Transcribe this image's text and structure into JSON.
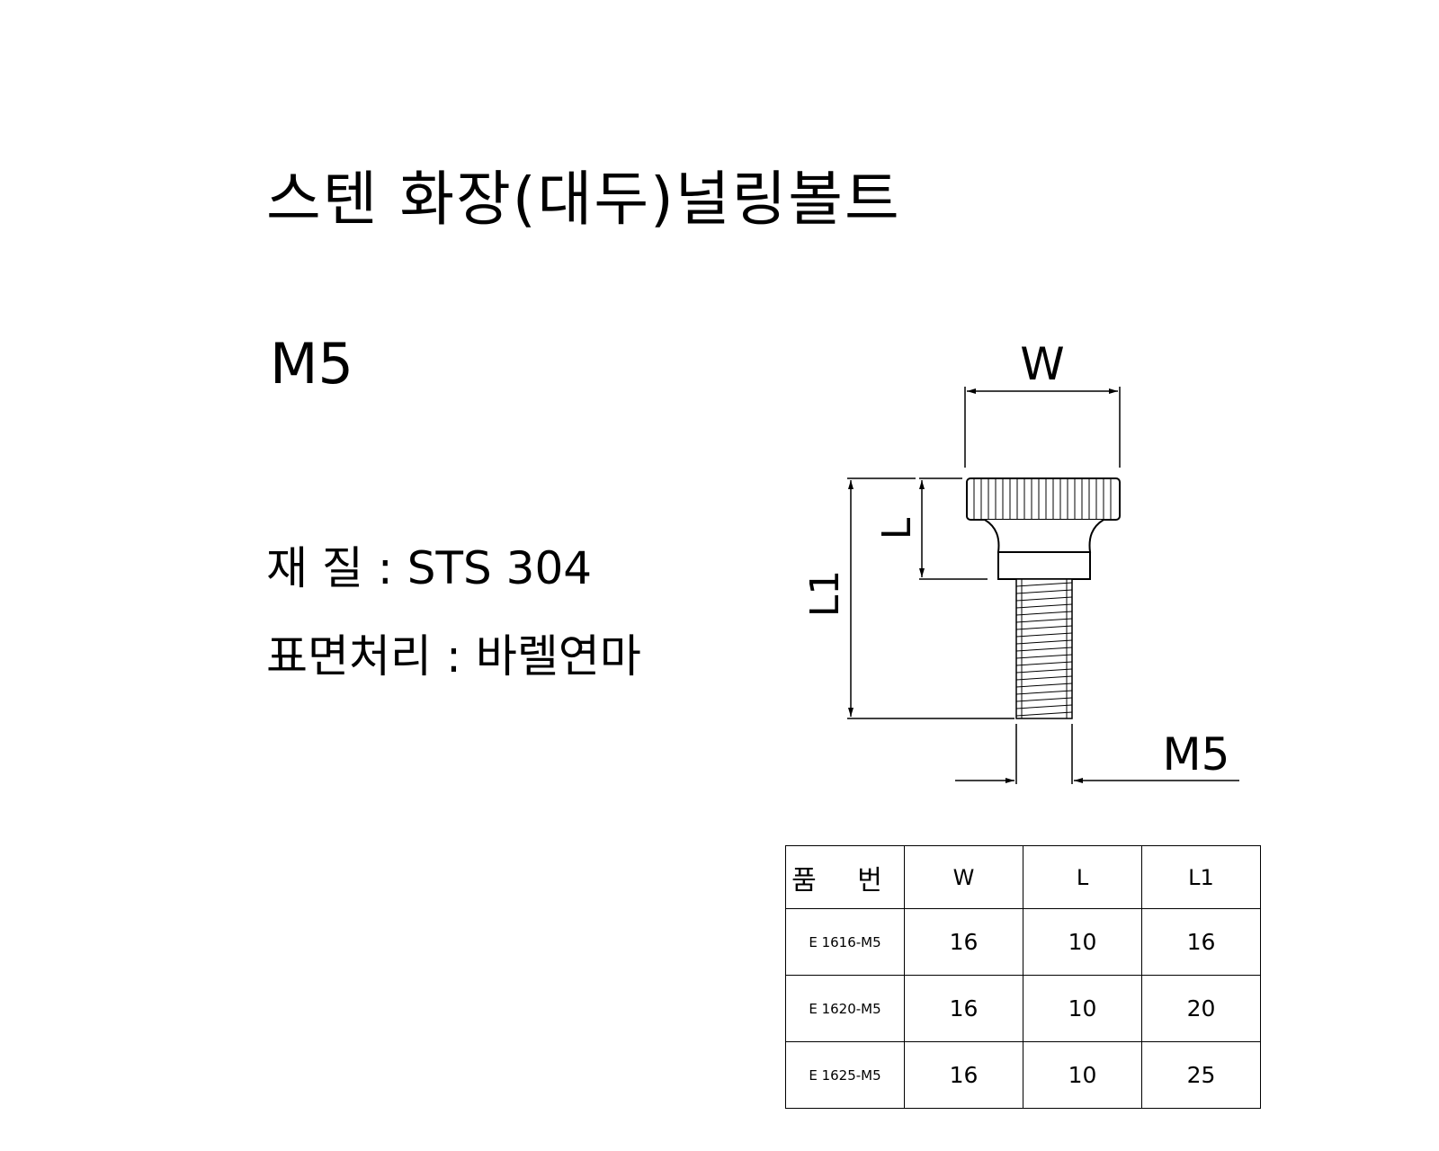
{
  "title": "스텐 화장(대두)널링볼트",
  "size": "M5",
  "specs": {
    "material_label": "재 질",
    "material_value": "STS 304",
    "finish_label": "표면처리",
    "finish_value": "바렐연마",
    "separator": ":"
  },
  "dimensions": {
    "w": "W",
    "l": "L",
    "l1": "L1",
    "thread": "M5"
  },
  "table": {
    "headers": [
      "품 번",
      "W",
      "L",
      "L1"
    ],
    "rows": [
      [
        "E 1616-M5",
        "16",
        "10",
        "16"
      ],
      [
        "E 1620-M5",
        "16",
        "10",
        "20"
      ],
      [
        "E 1625-M5",
        "16",
        "10",
        "25"
      ]
    ]
  }
}
